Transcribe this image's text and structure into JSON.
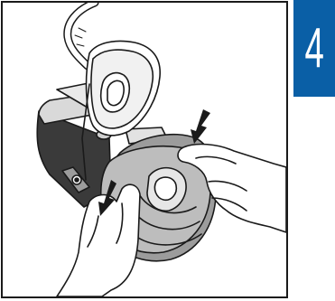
{
  "step": {
    "number": "4"
  },
  "colors": {
    "step_tab_bg": "#0a5fa6",
    "step_tab_text": "#ffffff",
    "line": "#1a1a1a",
    "shade": "#9c9c9c"
  },
  "illustration": {
    "icons": [
      "device-housing",
      "open-lid",
      "water-chamber",
      "left-hand",
      "right-hand",
      "push-arrow-left",
      "push-arrow-right",
      "air-tube"
    ]
  }
}
